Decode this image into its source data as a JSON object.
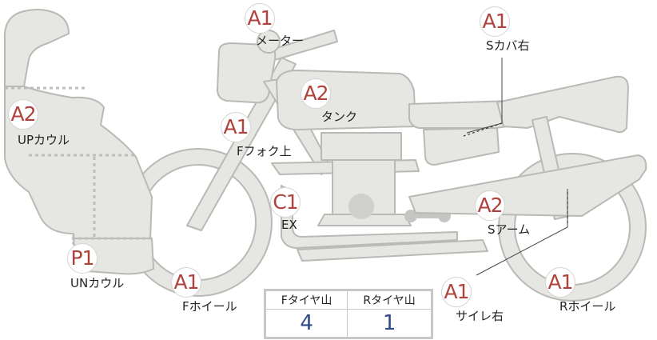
{
  "parts": [
    {
      "id": "meter",
      "grade": "A1",
      "label": "メーター"
    },
    {
      "id": "s-cover-right",
      "grade": "A1",
      "label": "Sカバ右"
    },
    {
      "id": "tank",
      "grade": "A2",
      "label": "タンク"
    },
    {
      "id": "up-cowl",
      "grade": "A2",
      "label": "UPカウル"
    },
    {
      "id": "front-fork-upper",
      "grade": "A1",
      "label": "Fフォク上"
    },
    {
      "id": "exhaust",
      "grade": "C1",
      "label": "EX"
    },
    {
      "id": "swing-arm",
      "grade": "A2",
      "label": "Sアーム"
    },
    {
      "id": "under-cowl",
      "grade": "P1",
      "label": "UNカウル"
    },
    {
      "id": "front-wheel",
      "grade": "A1",
      "label": "Fホイール"
    },
    {
      "id": "silencer-right",
      "grade": "A1",
      "label": "サイレ右"
    },
    {
      "id": "rear-wheel",
      "grade": "A1",
      "label": "Rホイール"
    }
  ],
  "tread_table": {
    "headers": [
      "Fタイヤ山",
      "Rタイヤ山"
    ],
    "values": [
      "4",
      "1"
    ]
  },
  "colors": {
    "grade": "#b0423c",
    "value": "#2f4a8a",
    "part_fill": "#e6e6e3"
  }
}
